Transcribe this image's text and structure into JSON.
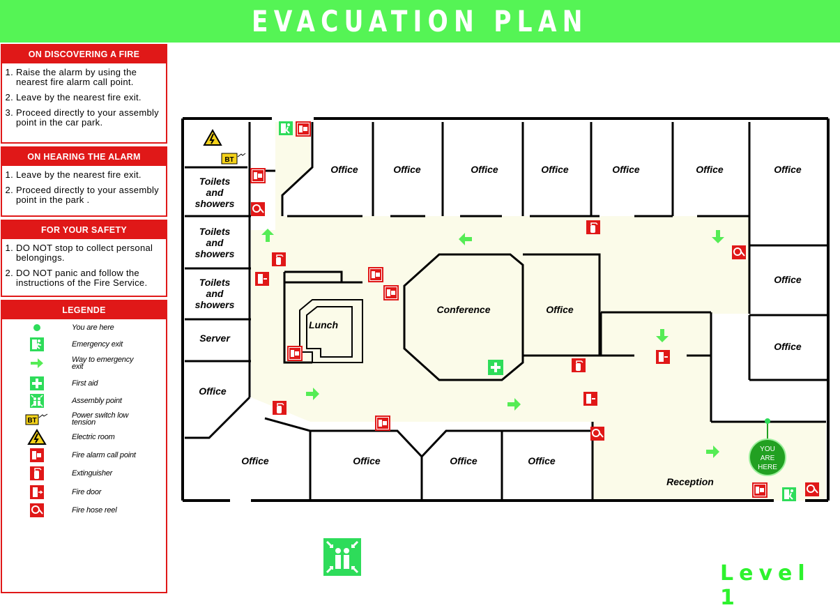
{
  "title": "EVACUATION PLAN",
  "level": "Level 1",
  "sections": [
    {
      "heading": "ON DISCOVERING A FIRE",
      "items": [
        {
          "num": "1.",
          "text": "Raise the alarm by using the nearest fire alarm call point."
        },
        {
          "num": "2.",
          "text": "Leave by the nearest fire exit."
        },
        {
          "num": "3.",
          "text": "Proceed directly to your assembly point in the car park."
        }
      ]
    },
    {
      "heading": "ON HEARING THE ALARM",
      "items": [
        {
          "num": "1.",
          "text": "Leave by the nearest fire exit."
        },
        {
          "num": "2.",
          "text": "Proceed directly to your assembly point in the park ."
        }
      ]
    },
    {
      "heading": "FOR YOUR SAFETY",
      "items": [
        {
          "num": "1.",
          "text": "DO NOT stop to collect personal belongings."
        },
        {
          "num": "2.",
          "text": "DO NOT panic and follow the instructions of the Fire Service."
        }
      ]
    }
  ],
  "legend": {
    "heading": "LEGENDE",
    "items": [
      {
        "icon": "you-are-here-dot",
        "label": "You are here"
      },
      {
        "icon": "emergency-exit-icon",
        "label": "Emergency exit"
      },
      {
        "icon": "exit-arrow-icon",
        "label": "Way to emergency exit"
      },
      {
        "icon": "first-aid-icon",
        "label": "First aid"
      },
      {
        "icon": "assembly-point-icon",
        "label": "Assembly point"
      },
      {
        "icon": "power-switch-icon",
        "label": "Power switch low tension",
        "badge": "BT"
      },
      {
        "icon": "electric-room-icon",
        "label": "Electric room"
      },
      {
        "icon": "fire-alarm-icon",
        "label": "Fire alarm call point"
      },
      {
        "icon": "extinguisher-icon",
        "label": "Extinguisher"
      },
      {
        "icon": "fire-door-icon",
        "label": "Fire door"
      },
      {
        "icon": "hose-reel-icon",
        "label": "Fire hose reel"
      }
    ]
  },
  "rooms": {
    "toilets_1": [
      "Toilets",
      "and",
      "showers"
    ],
    "toilets_2": [
      "Toilets",
      "and",
      "showers"
    ],
    "toilets_3": [
      "Toilets",
      "and",
      "showers"
    ],
    "server": "Server",
    "office": "Office",
    "lunch": "Lunch",
    "conference": "Conference",
    "reception": "Reception"
  },
  "you_are_here": [
    "YOU",
    "ARE",
    "HERE"
  ],
  "power_badge": "BT",
  "colors": {
    "title_bg": "#55f455",
    "panel_red": "#e01818",
    "corridor": "#fbfbe9",
    "exit_green": "#2edc5a",
    "arrow_green": "#55ec55",
    "you_are_here": "#22a022"
  }
}
